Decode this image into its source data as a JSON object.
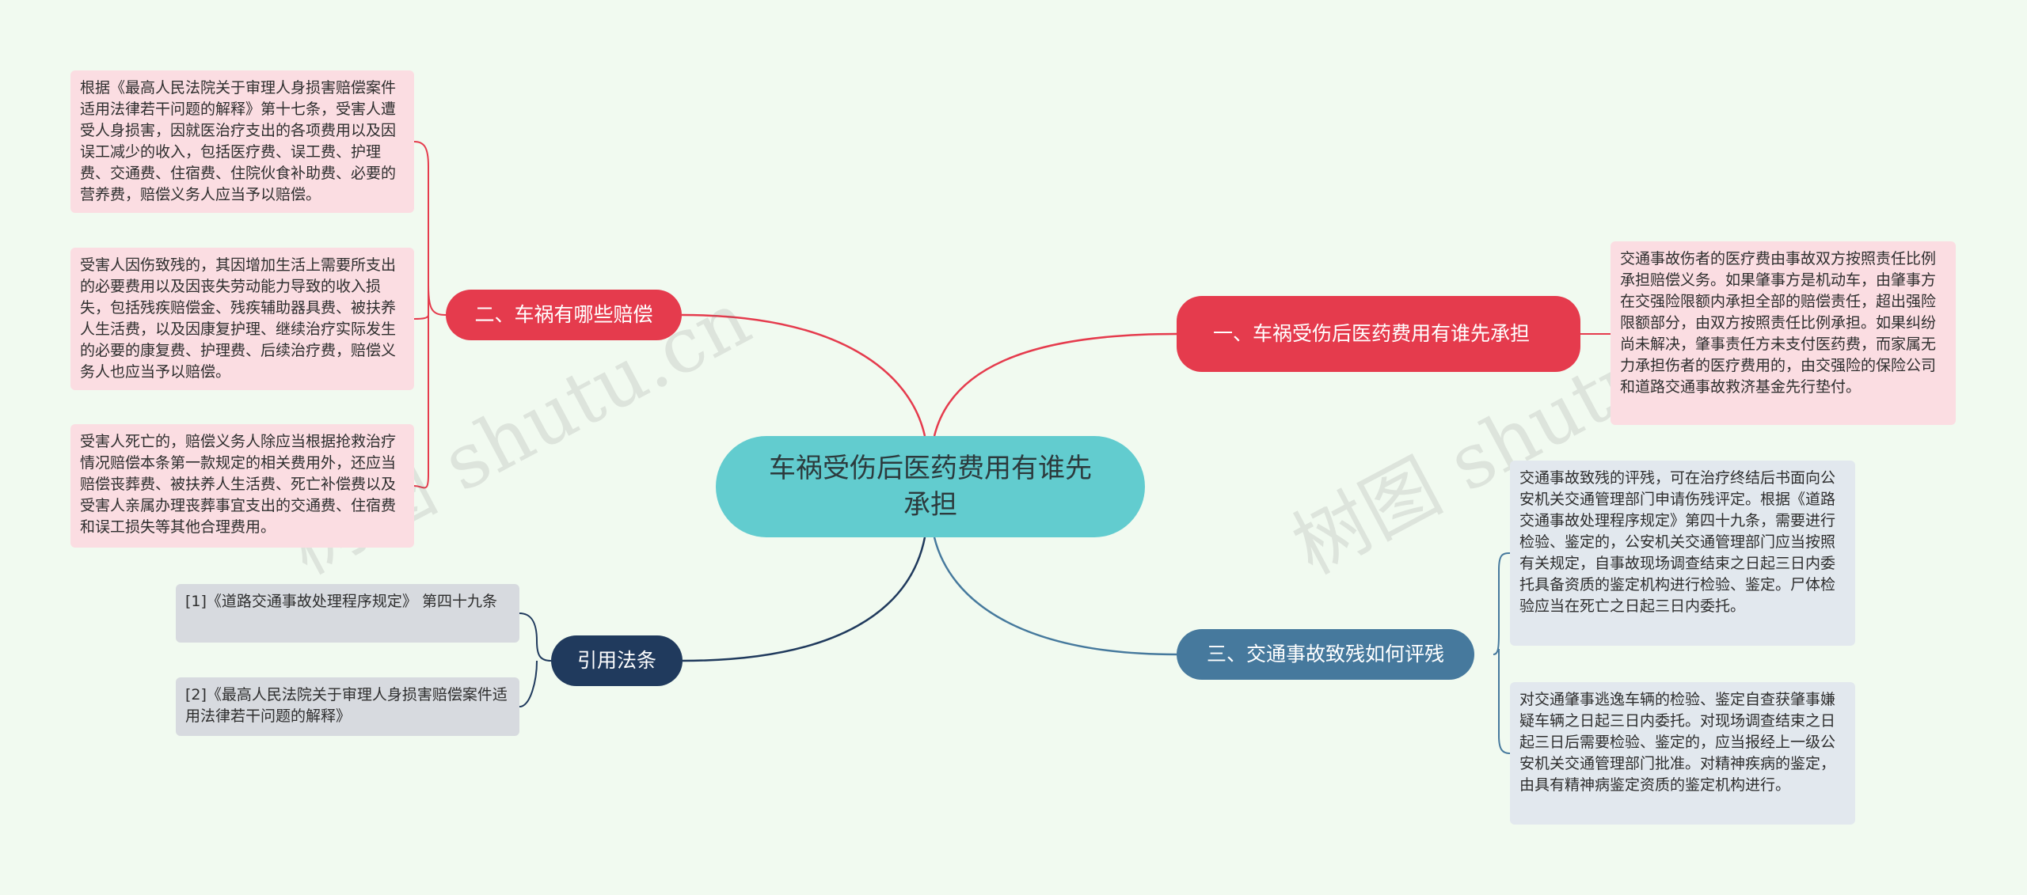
{
  "root": {
    "label": "车祸受伤后医药费用有谁先承担"
  },
  "branches": {
    "b1": {
      "label": "一、车祸受伤后医药费用有谁先承担",
      "color": "#e53b4d"
    },
    "b2": {
      "label": "二、车祸有哪些赔偿",
      "color": "#e53b4d"
    },
    "b3": {
      "label": "三、交通事故致残如何评残",
      "color": "#46799d"
    },
    "b4": {
      "label": "引用法条",
      "color": "#203a5d"
    }
  },
  "leaves": {
    "l1": "根据《最高人民法院关于审理人身损害赔偿案件适用法律若干问题的解释》第十七条，受害人遭受人身损害，因就医治疗支出的各项费用以及因误工减少的收入，包括医疗费、误工费、护理费、交通费、住宿费、住院伙食补助费、必要的营养费，赔偿义务人应当予以赔偿。",
    "l2": "受害人因伤致残的，其因增加生活上需要所支出的必要费用以及因丧失劳动能力导致的收入损失，包括残疾赔偿金、残疾辅助器具费、被扶养人生活费，以及因康复护理、继续治疗实际发生的必要的康复费、护理费、后续治疗费，赔偿义务人也应当予以赔偿。",
    "l3": "受害人死亡的，赔偿义务人除应当根据抢救治疗情况赔偿本条第一款规定的相关费用外，还应当赔偿丧葬费、被扶养人生活费、死亡补偿费以及受害人亲属办理丧葬事宜支出的交通费、住宿费和误工损失等其他合理费用。",
    "l4": "交通事故伤者的医疗费由事故双方按照责任比例承担赔偿义务。如果肇事方是机动车，由肇事方在交强险限额内承担全部的赔偿责任，超出强险限额部分，由双方按照责任比例承担。如果纠纷尚未解决，肇事责任方未支付医药费，而家属无力承担伤者的医疗费用的，由交强险的保险公司和道路交通事故救济基金先行垫付。",
    "l5": "交通事故致残的评残，可在治疗终结后书面向公安机关交通管理部门申请伤残评定。根据《道路交通事故处理程序规定》第四十九条，需要进行检验、鉴定的，公安机关交通管理部门应当按照有关规定，自事故现场调查结束之日起三日内委托具备资质的鉴定机构进行检验、鉴定。尸体检验应当在死亡之日起三日内委托。",
    "l6": "对交通肇事逃逸车辆的检验、鉴定自查获肇事嫌疑车辆之日起三日内委托。对现场调查结束之日起三日后需要检验、鉴定的，应当报经上一级公安机关交通管理部门批准。对精神疾病的鉴定，由具有精神病鉴定资质的鉴定机构进行。",
    "l7": "[1]《道路交通事故处理程序规定》 第四十九条",
    "l8": "[2]《最高人民法院关于审理人身损害赔偿案件适用法律若干问题的解释》"
  },
  "watermark": "树图 shutu.cn"
}
